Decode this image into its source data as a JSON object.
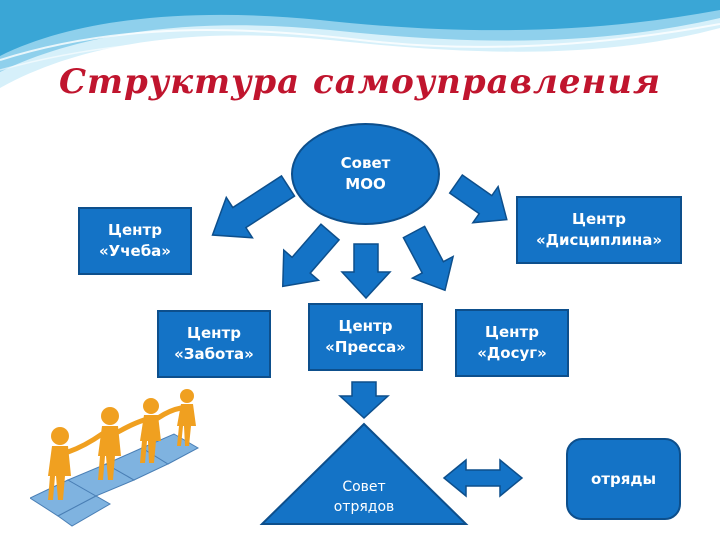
{
  "title": "Структура самоуправления",
  "nodes": {
    "sovet_moo": [
      "Совет",
      "МОО"
    ],
    "ucheba": [
      "Центр",
      "«Учеба»"
    ],
    "disciplina": [
      "Центр",
      "«Дисциплина»"
    ],
    "zabota": [
      "Центр",
      "«Забота»"
    ],
    "pressa": [
      "Центр",
      "«Пресса»"
    ],
    "dosug": [
      "Центр",
      "«Досуг»"
    ],
    "sovet_otryadov": [
      "Совет",
      "отрядов"
    ],
    "otryady": "отряды"
  },
  "colors": {
    "box_fill": "#1473c6",
    "box_border": "#0d4f8c",
    "title": "#c0152e",
    "wave_light": "#bfe6f5",
    "wave_dark": "#3aa6d6"
  },
  "icons": {
    "arrows": "block-arrow-icon",
    "double_arrow": "double-arrow-icon",
    "illustration": "people-puzzle-illustration"
  }
}
